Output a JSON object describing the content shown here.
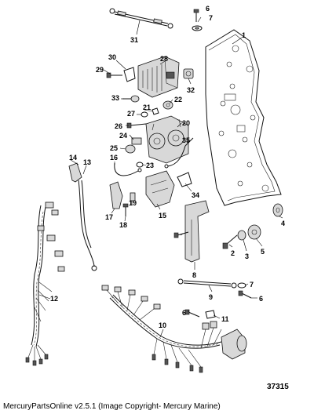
{
  "diagram": {
    "figure_number": "37315",
    "callouts": [
      "1",
      "2",
      "3",
      "4",
      "5",
      "6",
      "6",
      "6",
      "7",
      "7",
      "8",
      "9",
      "10",
      "11",
      "12",
      "13",
      "14",
      "15",
      "16",
      "17",
      "18",
      "19",
      "20",
      "21",
      "22",
      "23",
      "24",
      "25",
      "26",
      "27",
      "28",
      "29",
      "30",
      "31",
      "32",
      "33",
      "34",
      "35"
    ]
  },
  "footer": {
    "text": "MercuryPartsOnline v2.5.1 (Image Copyright- Mercury Marine)"
  }
}
